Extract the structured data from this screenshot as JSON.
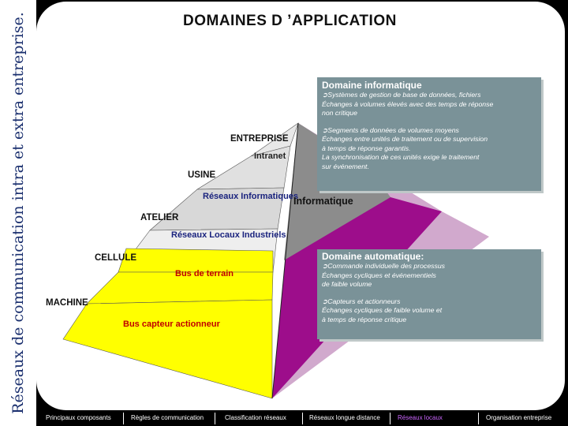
{
  "sidebar_title": "Réseaux de communication intra et extra entreprise.",
  "slide_title": "DOMAINES D ’APPLICATION",
  "pyramid": {
    "levels": [
      "ENTREPRISE",
      "USINE",
      "ATELIER",
      "CELLULE",
      "MACHINE"
    ],
    "inner_labels": [
      "Intranet",
      "Réseaux Informatiques",
      "Réseaux Locaux Industriels",
      "Bus de terrain",
      "Bus capteur actionneur"
    ],
    "side_label_info": "Informatique"
  },
  "box_informatique": {
    "heading": "Domaine informatique",
    "bullet1": [
      "➲Systèmes de gestion de base de données, fichiers",
      "Échanges à volumes élevés avec des temps de réponse",
      " non critique"
    ],
    "bullet2": [
      "➲Segments de données de volumes moyens",
      "Échanges entre unités de traitement ou de supervision",
      "à temps de réponse garantis.",
      "La synchronisation de ces unités exige le traitement",
      "sur événement."
    ]
  },
  "box_automatique": {
    "heading": "Domaine automatique:",
    "bullet1": [
      "➲Commande individuelle des processus",
      "Échanges cycliques et événementiels",
      " de faible volume"
    ],
    "bullet2": [
      "➲Capteurs et actionneurs",
      "Échanges cycliques de faible volume et",
      "à temps de réponse critique"
    ]
  },
  "nav": {
    "items": [
      "Principaux composants",
      "Règles de communication",
      "Classification réseaux",
      "Réseaux longue distance",
      "Réseaux locaux",
      "Organisation entreprise"
    ],
    "active_index": 4,
    "active_color": "#cc66ff"
  },
  "colors": {
    "sidebar_text": "#1a2f6e",
    "box_bg": "#7a9298",
    "magenta": "#b0109a",
    "yellow": "#ffff00"
  }
}
